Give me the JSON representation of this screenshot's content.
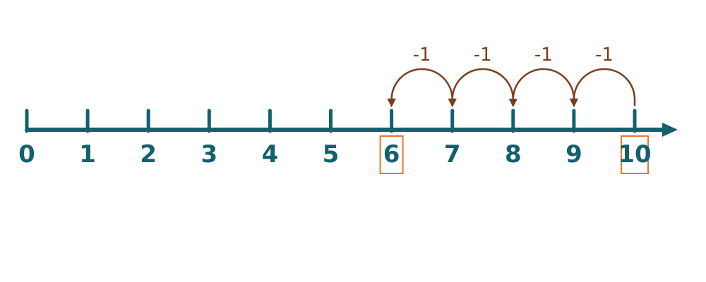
{
  "number_line": {
    "min": 0,
    "max": 10,
    "ticks": [
      "0",
      "1",
      "2",
      "3",
      "4",
      "5",
      "6",
      "7",
      "8",
      "9",
      "10"
    ],
    "start": 10,
    "end": 6,
    "highlighted": [
      6,
      10
    ],
    "jumps": [
      {
        "from": 10,
        "to": 9,
        "label": "-1"
      },
      {
        "from": 9,
        "to": 8,
        "label": "-1"
      },
      {
        "from": 8,
        "to": 7,
        "label": "-1"
      },
      {
        "from": 7,
        "to": 6,
        "label": "-1"
      }
    ]
  },
  "colors": {
    "line": "#13606f",
    "arc": "#7a3e1d",
    "highlight_box": "#e8762f",
    "background": "#ffffff"
  }
}
